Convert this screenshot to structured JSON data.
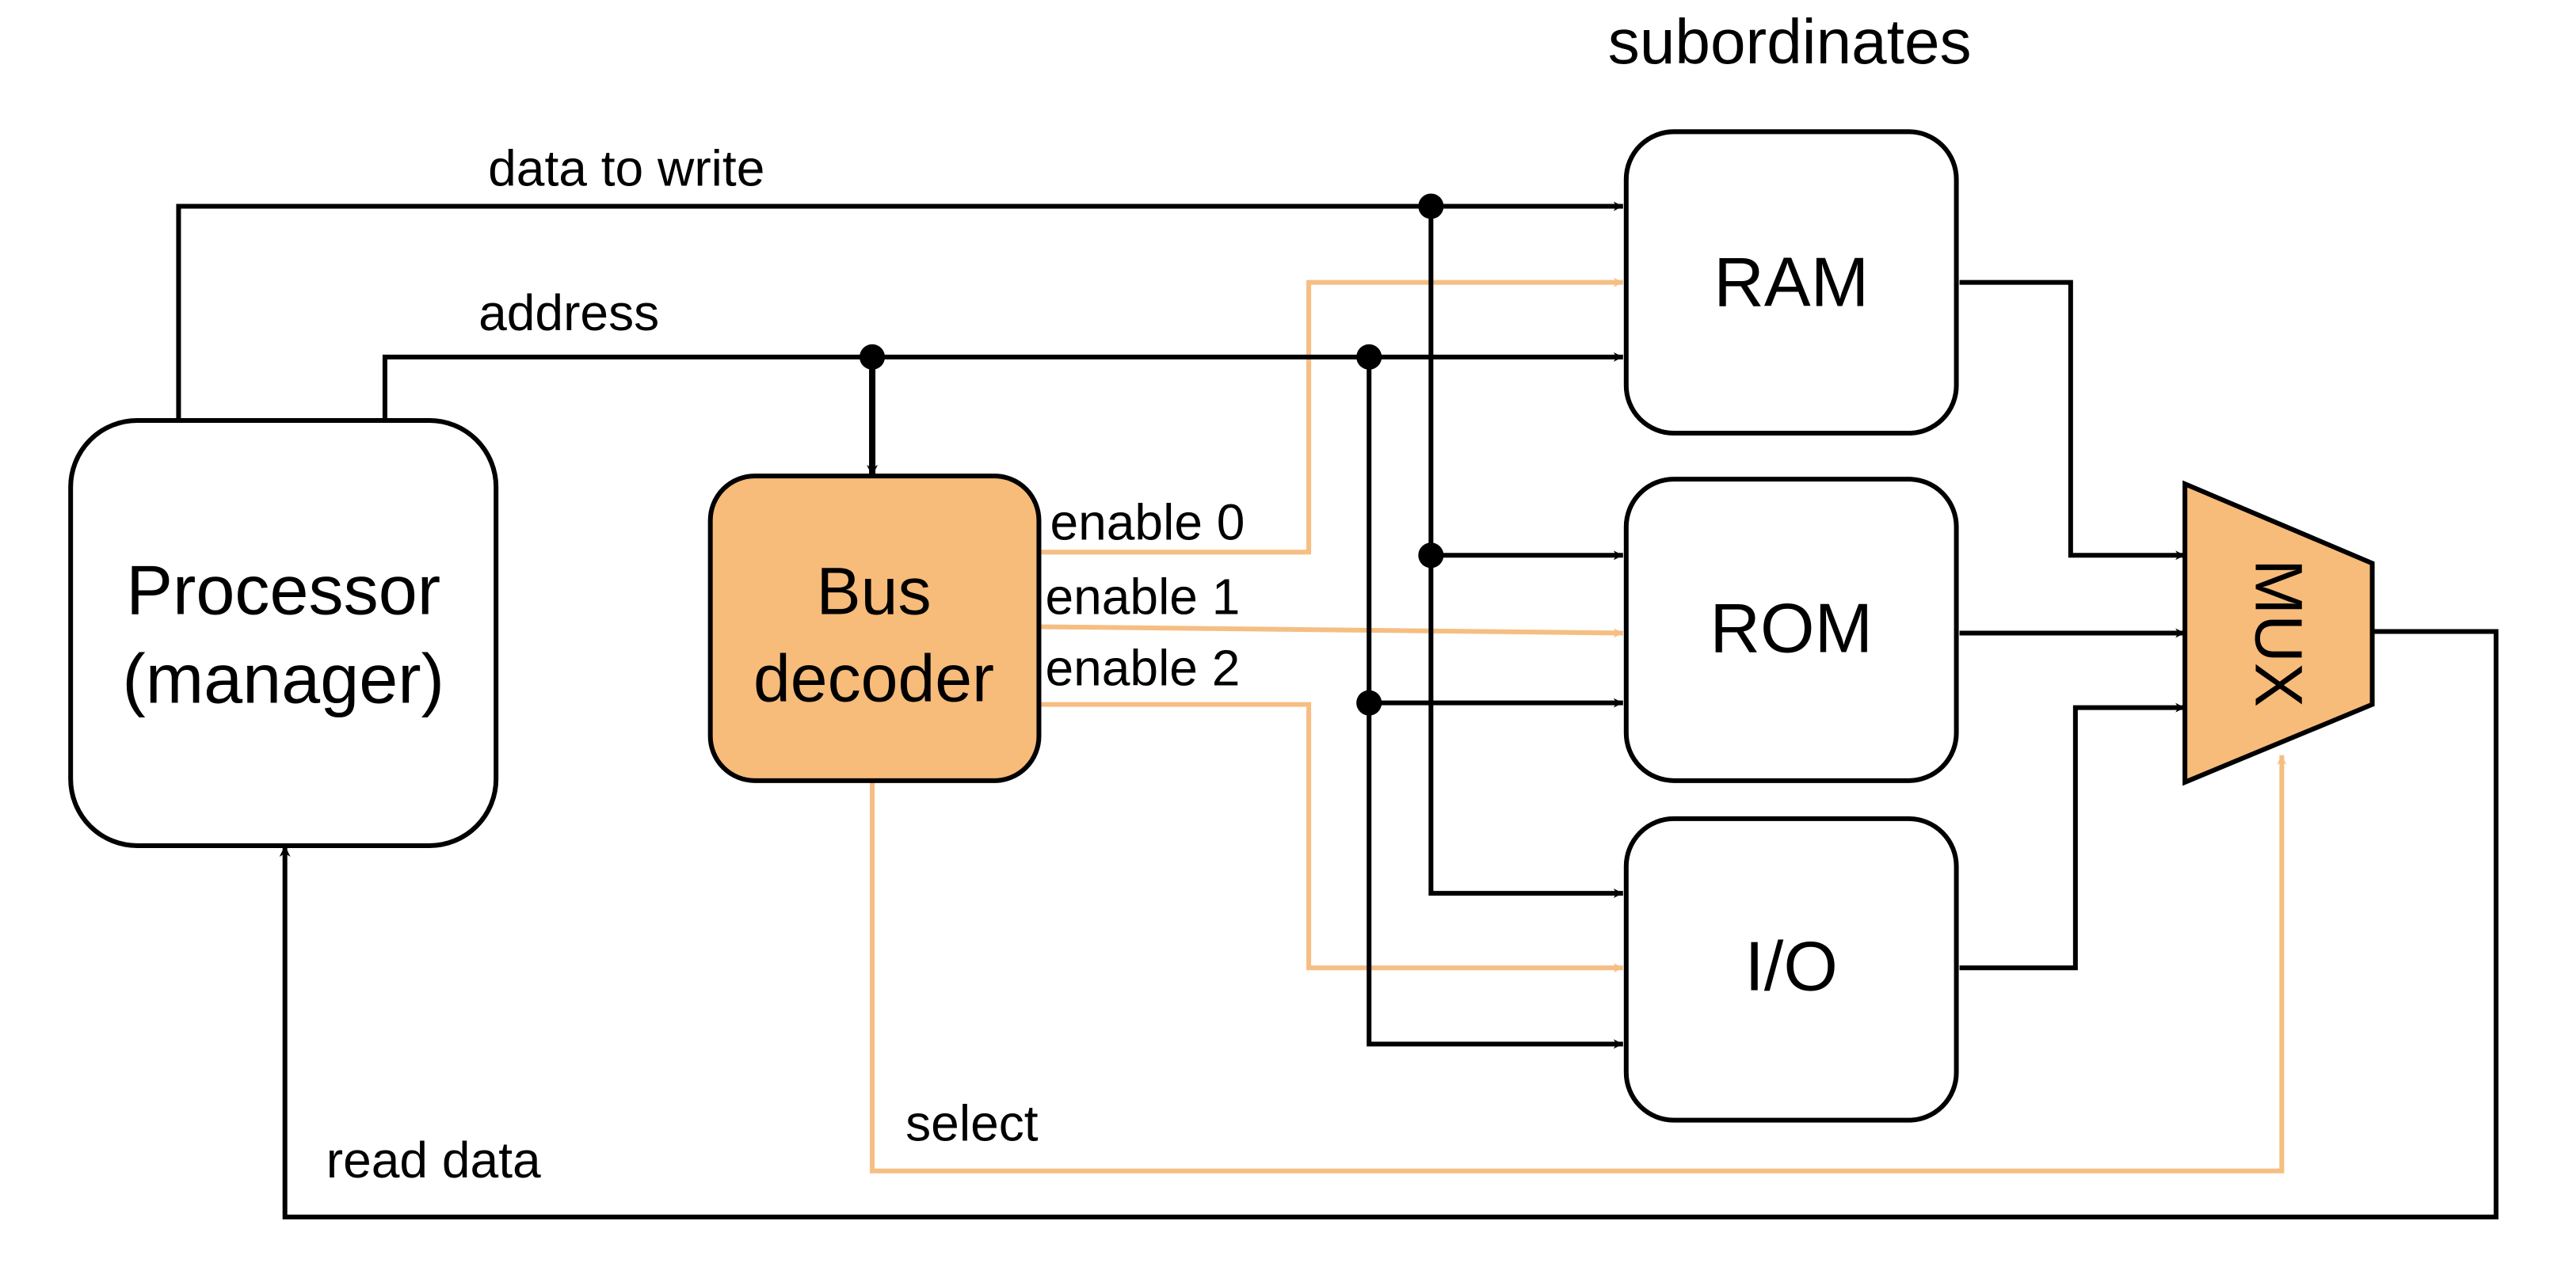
{
  "heading": "subordinates",
  "blocks": {
    "processor": {
      "line1": "Processor",
      "line2": "(manager)"
    },
    "bus_decoder": {
      "line1": "Bus",
      "line2": "decoder"
    },
    "ram": "RAM",
    "rom": "ROM",
    "io": "I/O",
    "mux": "MUX"
  },
  "signals": {
    "data_to_write": "data to write",
    "address": "address",
    "enable_0": "enable 0",
    "enable_1": "enable 1",
    "enable_2": "enable 2",
    "select": "select",
    "read_data": "read data"
  },
  "colors": {
    "accent_fill": "#f7bb7a",
    "accent_line": "#f6be82",
    "line": "#000000",
    "block_fill": "#ffffff"
  }
}
